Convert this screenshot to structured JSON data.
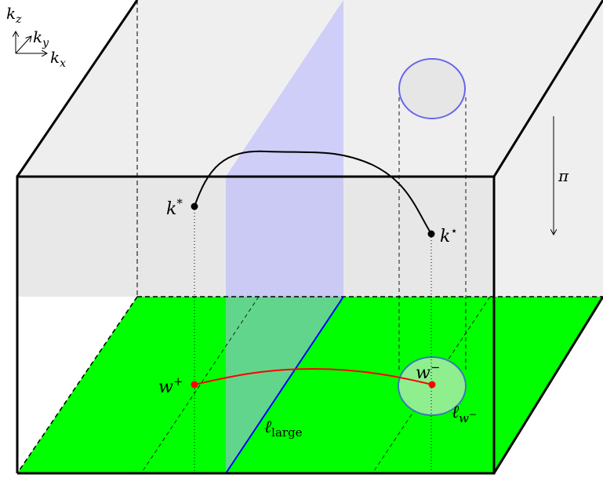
{
  "axes": {
    "z": {
      "base": "k",
      "sub": "z"
    },
    "y": {
      "base": "k",
      "sub": "y"
    },
    "x": {
      "base": "k",
      "sub": "x"
    }
  },
  "points": {
    "k_star_asterisk": {
      "base": "k",
      "sup": "*"
    },
    "k_star": {
      "base": "k",
      "sup": "⋆"
    },
    "w_plus": {
      "base": "w",
      "sup": "+"
    },
    "w_minus": {
      "base": "w",
      "sup": "−"
    }
  },
  "lines": {
    "l_large": {
      "base": "ℓ",
      "sub": "large"
    },
    "l_w_minus": {
      "base": "ℓ",
      "sub": "w",
      "subsup": "−"
    }
  },
  "projection": {
    "label": "π"
  },
  "colors": {
    "floor": "#00ff00",
    "plane": "#b3b3ff",
    "circle_stroke": "#6666ee",
    "disk_fill": "#8fef8f",
    "projected_curve": "#ff0000",
    "point_red": "#ff0000",
    "box_gray": "#e6e6e6",
    "line_blue": "#0000ff"
  }
}
